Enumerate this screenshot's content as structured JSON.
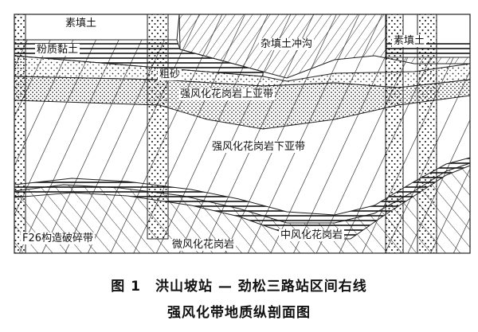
{
  "figure": {
    "labels": {
      "fill_left": "素填土",
      "silty_clay": "粉质黏土",
      "gully": "杂填土冲沟",
      "fill_right": "素填土",
      "coarse_sand": "粗砂",
      "upper_sub": "强风化花岗岩上亚带",
      "lower_sub": "强风化花岗岩下亚带",
      "fault": "F26构造破碎带",
      "slight": "微风化花岗岩",
      "moderate": "中风化花岗岩"
    }
  },
  "caption": {
    "line1": "图 1　洪山坡站 — 劲松三路站区间右线",
    "line2": "强风化带地质纵剖面图"
  }
}
